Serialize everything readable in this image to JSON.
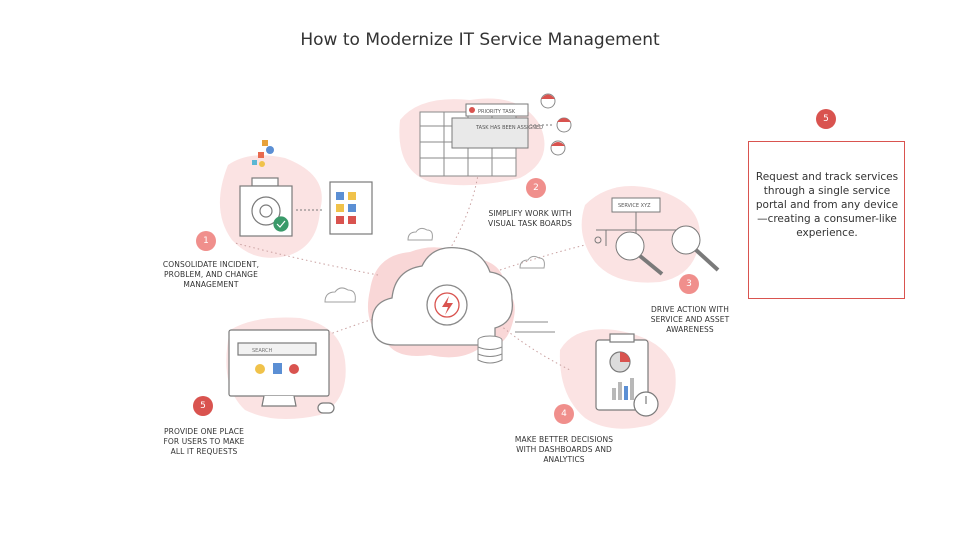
{
  "title": "How to Modernize IT Service Management",
  "callout": {
    "badge": "5",
    "text": "Request and track services through a single service portal and from any device—creating a consumer-like experience."
  },
  "steps": [
    {
      "number": "1",
      "label": "CONSOLIDATE INCIDENT, PROBLEM, AND CHANGE MANAGEMENT"
    },
    {
      "number": "2",
      "label": "SIMPLIFY WORK WITH VISUAL TASK BOARDS"
    },
    {
      "number": "3",
      "label": "DRIVE ACTION WITH SERVICE AND ASSET AWARENESS"
    },
    {
      "number": "4",
      "label": "MAKE BETTER DECISIONS WITH DASHBOARDS AND ANALYTICS"
    },
    {
      "number": "5",
      "label": "PROVIDE ONE PLACE FOR USERS TO MAKE ALL IT REQUESTS"
    }
  ],
  "illustrations": {
    "task_board": {
      "priority_label": "PRIORITY TASK",
      "assigned_label": "TASK HAS BEEN ASSIGNED"
    },
    "service_map": {
      "label": "SERVICE XYZ"
    },
    "portal": {
      "search_label": "SEARCH"
    }
  },
  "colors": {
    "accent": "#d9534f",
    "blob": "#fbe3e3",
    "line": "#9a9a9a"
  }
}
